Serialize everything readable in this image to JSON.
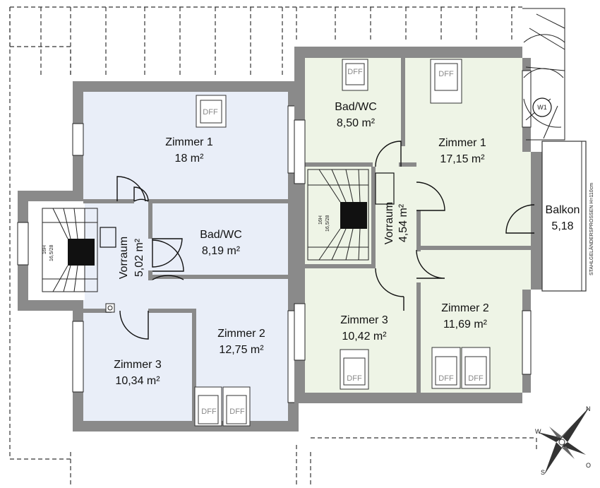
{
  "left_unit": {
    "rooms": [
      {
        "name": "Zimmer 1",
        "area": "18 m²"
      },
      {
        "name": "Bad/WC",
        "area": "8,19 m²"
      },
      {
        "name": "Vorraum",
        "area": "5,02 m²"
      },
      {
        "name": "Zimmer 2",
        "area": "12,75 m²"
      },
      {
        "name": "Zimmer 3",
        "area": "10,34 m²"
      }
    ],
    "fill_color": "#e9eef8"
  },
  "right_unit": {
    "rooms": [
      {
        "name": "Bad/WC",
        "area": "8,50 m²"
      },
      {
        "name": "Zimmer 1",
        "area": "17,15 m²"
      },
      {
        "name": "Vorraum",
        "area": "4,54 m²"
      },
      {
        "name": "Balkon",
        "area": "5,18"
      },
      {
        "name": "Zimmer 3",
        "area": "10,42 m²"
      },
      {
        "name": "Zimmer 2",
        "area": "11,69 m²"
      }
    ],
    "fill_color": "#eef4e6"
  },
  "window_label": "DFF",
  "stair_labels": {
    "steps": "16H",
    "ratio": "16,5/28"
  },
  "balcony_railing": "STAHLGELÄNDERSPROSSEN H=110cm",
  "w1_label": "W1",
  "compass": {
    "w": "W",
    "n": "N",
    "s": "S",
    "o": "O"
  }
}
